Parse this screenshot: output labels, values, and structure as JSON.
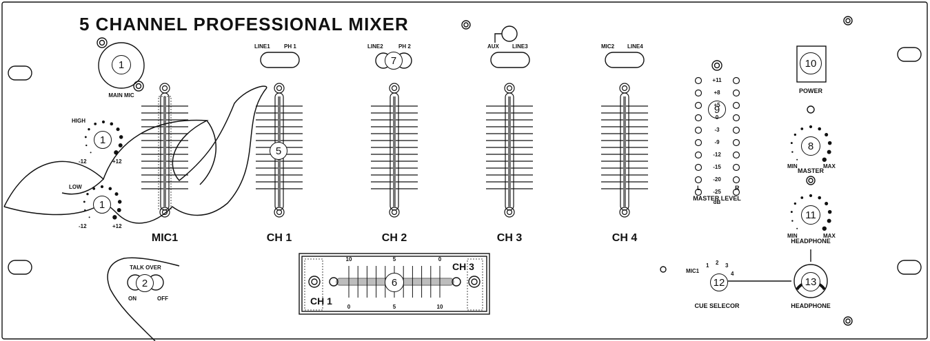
{
  "title": "5 CHANNEL PROFESSIONAL MIXER",
  "channels": {
    "mic1": "MIC1",
    "ch1": "CH 1",
    "ch2": "CH 2",
    "ch3": "CH 3",
    "ch4": "CH 4"
  },
  "input_labels": {
    "main_mic": "MAIN MIC",
    "line1": "LINE1",
    "ph1": "PH 1",
    "line2": "LINE2",
    "ph2": "PH 2",
    "aux": "AUX",
    "line3": "LINE3",
    "mic2": "MIC2",
    "line4": "LINE4"
  },
  "eq": {
    "high": "HIGH",
    "low": "LOW",
    "min": "-12",
    "max": "+12"
  },
  "talkover": {
    "label": "TALK OVER",
    "on": "ON",
    "off": "OFF"
  },
  "crossfader": {
    "left": "CH 1",
    "right": "CH 3",
    "top_scale": [
      "10",
      "5",
      "0"
    ],
    "bottom_scale": [
      "0",
      "5",
      "10"
    ]
  },
  "meter": {
    "label": "MASTER LEVEL",
    "left": "L",
    "right": "R",
    "scale": [
      "+11",
      "+8",
      "+5",
      "0",
      "-3",
      "-9",
      "-12",
      "-15",
      "-20",
      "-25",
      "dB"
    ]
  },
  "power": "POWER",
  "master": {
    "label": "MASTER",
    "min": "MIN",
    "max": "MAX"
  },
  "headphone_level": {
    "label": "HEADPHONE",
    "min": "MIN",
    "max": "MAX"
  },
  "cue": {
    "label": "CUE SELECOR",
    "positions": [
      "MIC1",
      "1",
      "2",
      "3",
      "4"
    ]
  },
  "headphone_jack": "HEADPHONE",
  "callouts": [
    "1",
    "1",
    "1",
    "2",
    "5",
    "6",
    "7",
    "8",
    "9",
    "10",
    "11",
    "12",
    "13"
  ]
}
